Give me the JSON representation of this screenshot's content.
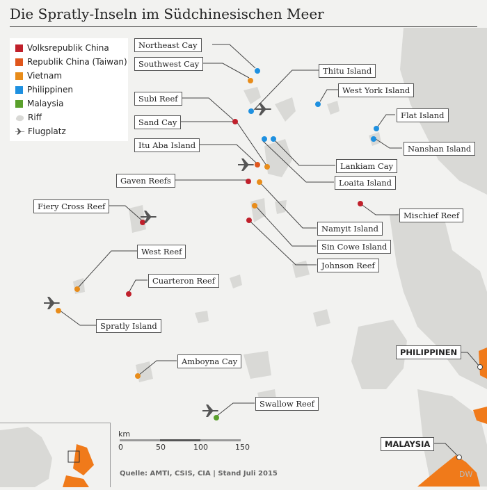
{
  "title": "Die Spratly-Inseln im Südchinesischen Meer",
  "legend": {
    "items": [
      {
        "label": "Volksrepublik China",
        "color": "#c0202b",
        "icon": "square"
      },
      {
        "label": "Republik China (Taiwan)",
        "color": "#e0561c",
        "icon": "square"
      },
      {
        "label": "Vietnam",
        "color": "#e88c1a",
        "icon": "square"
      },
      {
        "label": "Philippinen",
        "color": "#1e90e0",
        "icon": "square"
      },
      {
        "label": "Malaysia",
        "color": "#5aa02c",
        "icon": "square"
      },
      {
        "label": "Riff",
        "color": "#d9d9d6",
        "icon": "reef-shape"
      },
      {
        "label": "Flugplatz",
        "color": "#555555",
        "icon": "airplane-icon"
      }
    ]
  },
  "features": [
    {
      "name": "Northeast Cay",
      "claimant": "Philippinen"
    },
    {
      "name": "Southwest Cay",
      "claimant": "Vietnam"
    },
    {
      "name": "Thitu Island",
      "claimant": "Philippinen"
    },
    {
      "name": "West York Island",
      "claimant": "Philippinen"
    },
    {
      "name": "Subi Reef",
      "claimant": "Volksrepublik China"
    },
    {
      "name": "Flat Island",
      "claimant": "Philippinen"
    },
    {
      "name": "Sand Cay",
      "claimant": "Vietnam"
    },
    {
      "name": "Nanshan Island",
      "claimant": "Philippinen"
    },
    {
      "name": "Itu Aba Island",
      "claimant": "Republik China (Taiwan)"
    },
    {
      "name": "Lankiam Cay",
      "claimant": "Philippinen"
    },
    {
      "name": "Gaven Reefs",
      "claimant": "Volksrepublik China"
    },
    {
      "name": "Loaita Island",
      "claimant": "Philippinen"
    },
    {
      "name": "Fiery Cross Reef",
      "claimant": "Volksrepublik China"
    },
    {
      "name": "Mischief Reef",
      "claimant": "Volksrepublik China"
    },
    {
      "name": "Namyit Island",
      "claimant": "Vietnam"
    },
    {
      "name": "Sin Cowe Island",
      "claimant": "Vietnam"
    },
    {
      "name": "West Reef",
      "claimant": "Vietnam"
    },
    {
      "name": "Johnson Reef",
      "claimant": "Volksrepublik China"
    },
    {
      "name": "Cuarteron Reef",
      "claimant": "Volksrepublik China"
    },
    {
      "name": "Spratly Island",
      "claimant": "Vietnam"
    },
    {
      "name": "Amboyna Cay",
      "claimant": "Vietnam"
    },
    {
      "name": "Swallow Reef",
      "claimant": "Malaysia"
    }
  ],
  "countries": [
    "PHILIPPINEN",
    "MALAYSIA"
  ],
  "scale": {
    "unit": "km",
    "ticks": [
      "0",
      "50",
      "100",
      "150"
    ]
  },
  "source": "Quelle: AMTI, CSIS, CIA | Stand Juli 2015",
  "logo": "DW",
  "colors": {
    "background": "#f2f2f0",
    "reef": "#d9d9d6",
    "land": "#f07a1a"
  }
}
